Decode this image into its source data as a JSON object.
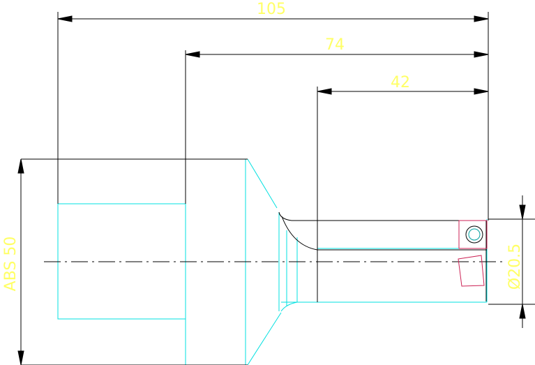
{
  "drawing": {
    "dimensions": {
      "overall_length": "105",
      "mid_length": "74",
      "short_length": "42",
      "shank_diameter": "ABS 50",
      "cutting_diameter": "Ø20.5"
    },
    "colors": {
      "background": "#ffffff",
      "dimension_line": "#000000",
      "dimension_text": "#ffff66",
      "outline": "#00e0e0",
      "edge": "#000000",
      "insert": "#cc2255",
      "centerline": "#000000"
    }
  }
}
